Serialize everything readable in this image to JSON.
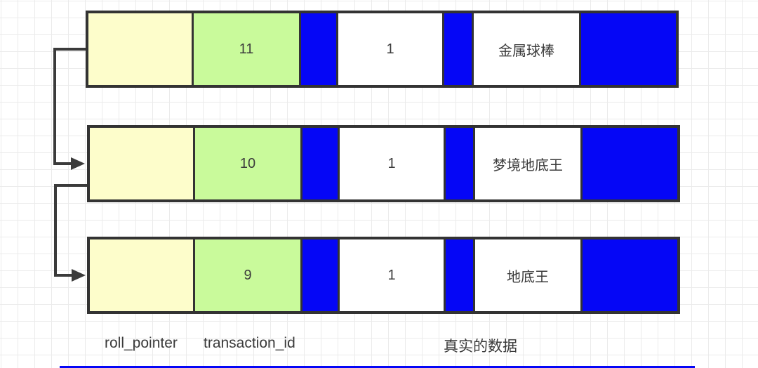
{
  "colors": {
    "yellow": "#FDFDCB",
    "green": "#C9FA9B",
    "blue": "#0506F6",
    "border": "#333333",
    "arrow": "#3b3b3b",
    "grid": "#ebebeb"
  },
  "rows": [
    {
      "roll_pointer": "",
      "transaction_id": "11",
      "field1": "1",
      "data": "金属球棒"
    },
    {
      "roll_pointer": "",
      "transaction_id": "10",
      "field1": "1",
      "data": "梦境地底王"
    },
    {
      "roll_pointer": "",
      "transaction_id": "9",
      "field1": "1",
      "data": "地底王"
    }
  ],
  "labels": {
    "roll_pointer": "roll_pointer",
    "transaction_id": "transaction_id",
    "real_data": "真实的数据"
  }
}
